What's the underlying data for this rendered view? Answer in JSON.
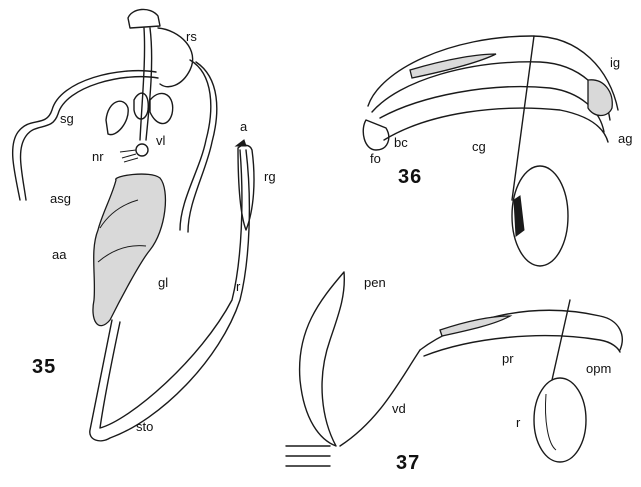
{
  "figures": [
    {
      "number": "35",
      "labels": [
        "rs",
        "sg",
        "vl",
        "nr",
        "asg",
        "aa",
        "gl",
        "a",
        "rg",
        "r",
        "sto"
      ]
    },
    {
      "number": "36",
      "labels": [
        "ig",
        "ag",
        "cg",
        "bc",
        "fo"
      ]
    },
    {
      "number": "37",
      "labels": [
        "pen",
        "pr",
        "opm",
        "vd",
        "r"
      ]
    }
  ],
  "colors": {
    "ink": "#1a1a1a",
    "stipple": "#d9d9d9",
    "background": "#ffffff"
  }
}
